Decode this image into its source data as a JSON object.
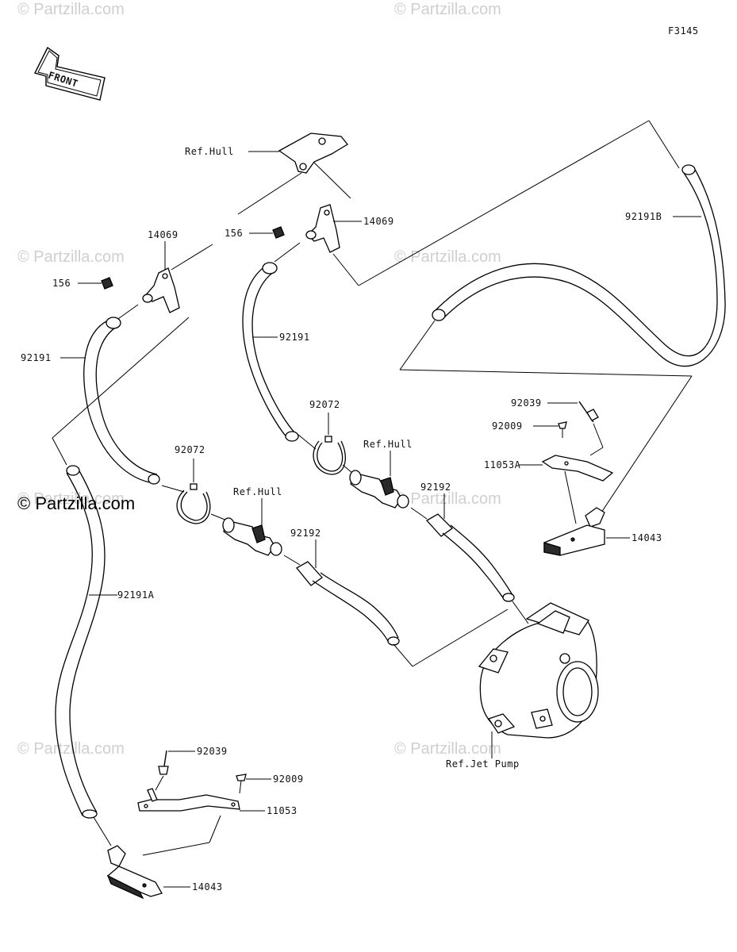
{
  "figure_code": "F3145",
  "front_label": "FRONT",
  "watermark": "© Partzilla.com",
  "callouts": {
    "ref_hull_top": "Ref.Hull",
    "p14069_left": "14069",
    "p14069_right": "14069",
    "p156_left": "156",
    "p156_right": "156",
    "p92191_left": "92191",
    "p92191_mid": "92191",
    "p92191B": "92191B",
    "p92072_left": "92072",
    "p92072_mid": "92072",
    "ref_hull_left": "Ref.Hull",
    "ref_hull_mid": "Ref.Hull",
    "p92192_left": "92192",
    "p92192_right": "92192",
    "p92039_right": "92039",
    "p92009_right": "92009",
    "p11053A": "11053A",
    "p14043_right": "14043",
    "p92191A": "92191A",
    "ref_jet_pump": "Ref.Jet Pump",
    "p92039_bottom": "92039",
    "p92009_bottom": "92009",
    "p11053": "11053",
    "p14043_bottom": "14043"
  }
}
